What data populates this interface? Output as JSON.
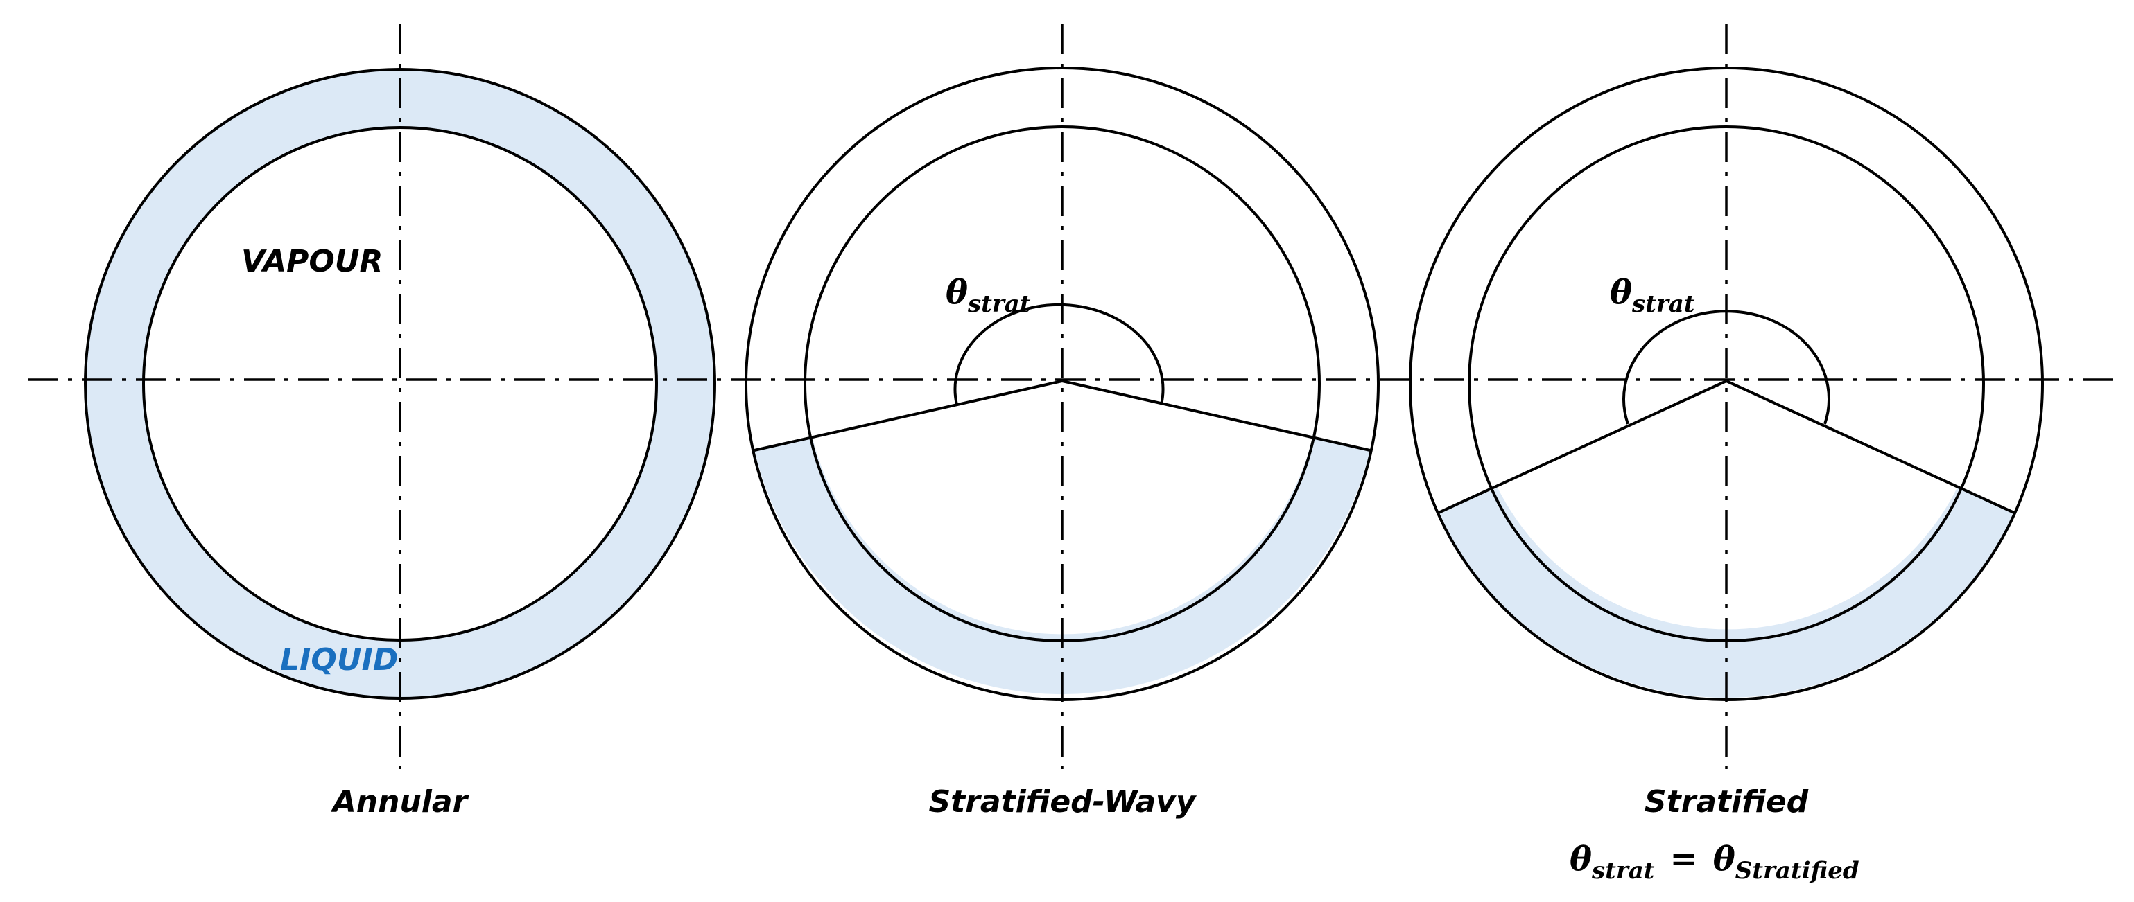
{
  "colors": {
    "liquid_fill": "#dce9f6",
    "liquid_label": "#1a6fbf",
    "line": "#000000"
  },
  "labels": {
    "vapour": "VAPOUR",
    "liquid": "LIQUID",
    "annular": "Annular",
    "stratified_wavy": "Stratified-Wavy",
    "stratified": "Stratified"
  },
  "math": {
    "theta": "θ",
    "strat_sub": "strat",
    "equals": "=",
    "stratified_sub": "Stratified"
  }
}
